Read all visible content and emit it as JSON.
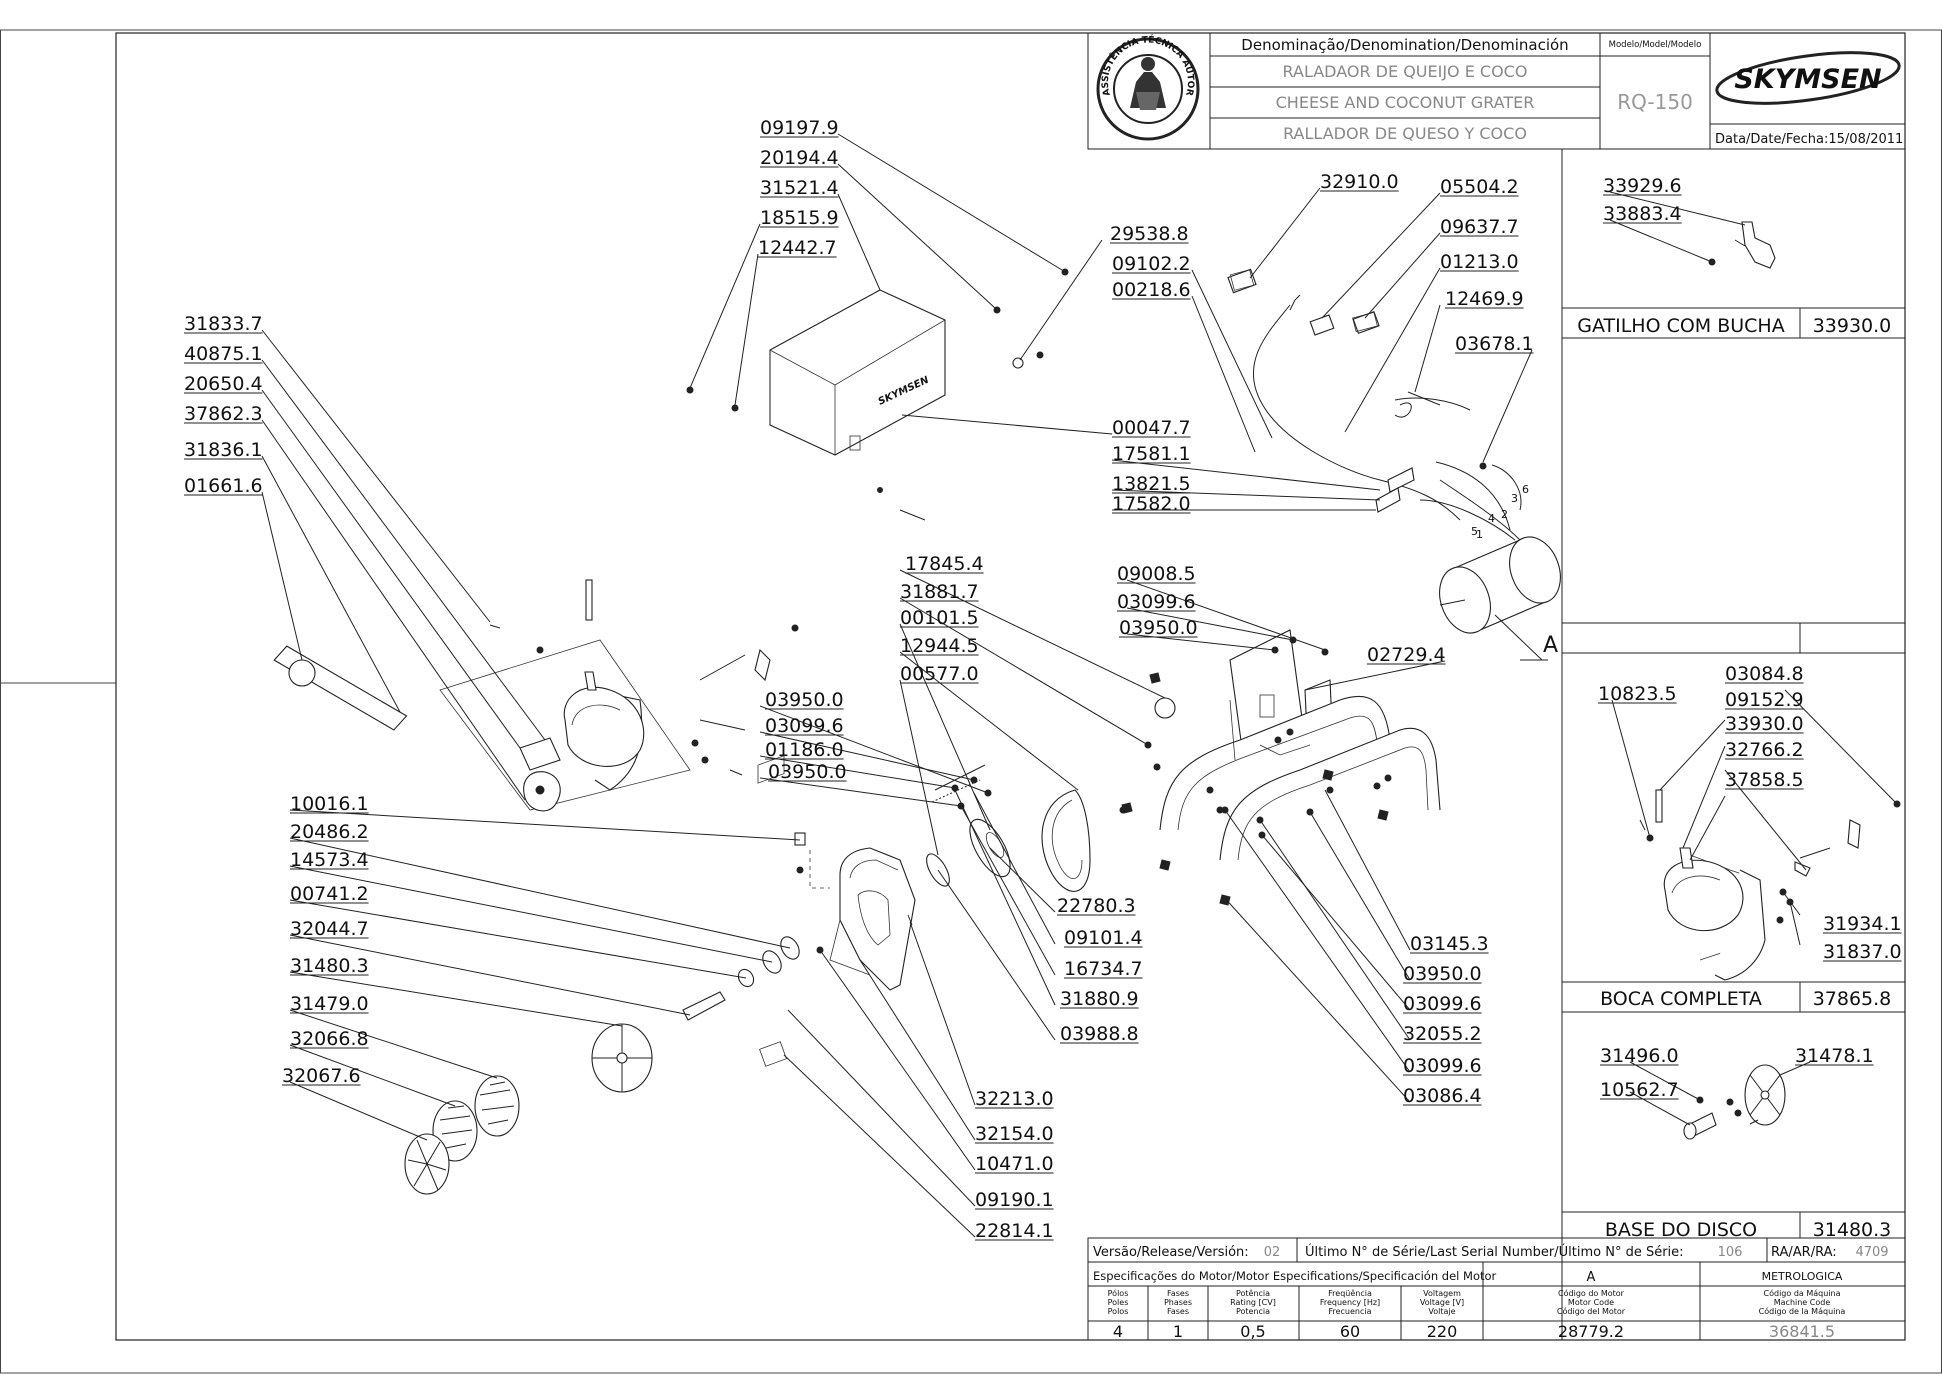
{
  "title_block": {
    "denomination_header": "Denominação/Denomination/Denominación",
    "model_header": "Modelo/Model/Modelo",
    "name_pt": "RALADAOR DE QUEIJO E COCO",
    "name_en": "CHEESE AND COCONUT GRATER",
    "name_es": "RALLADOR DE QUESO Y COCO",
    "model": "RQ-150",
    "brand": "SKYMSEN",
    "seal_text": "ASSISTÊNCIA TÉCNICA AUTORIZADA",
    "date_label": "Data/Date/Fecha:",
    "date": "15/08/2011"
  },
  "bottom_block": {
    "version_label": "Versão/Release/Versión:",
    "version": "02",
    "serial_label": "Último N° de Série/Last Serial Number/Último N° de Série:",
    "serial": "106",
    "ra_label": "RA/AR/RA:",
    "ra": "4709",
    "motor_spec_label": "Especificações do Motor/Motor Especifications/Specificación del Motor",
    "motor_letter": "A",
    "metrology": "METROLOGICA",
    "col_poles": "Pólos\nPoles\nPolos",
    "col_phases": "Fases\nPhases\nFases",
    "col_power": "Potência\nRating [CV]\nPotencia",
    "col_freq": "Freqüência\nFrequency [Hz]\nFrecuencia",
    "col_volt": "Voltagem\nVoltage [V]\nVoltaje",
    "col_motor_code": "Código do Motor\nMotor Code\nCódigo del Motor",
    "col_machine_code": "Código da Máquina\nMachine Code\nCódigo de la Máquina",
    "poles": "4",
    "phases": "1",
    "power": "0,5",
    "freq": "60",
    "volt": "220",
    "motor_code": "28779.2",
    "machine_code": "36841.5"
  },
  "panels": [
    {
      "label": "GATILHO COM BUCHA",
      "code": "33930.0"
    },
    {
      "label": "BOCA COMPLETA",
      "code": "37865.8"
    },
    {
      "label": "BASE DO DISCO",
      "code": "31480.3"
    }
  ],
  "motor_marker": "A",
  "wire_numbers": [
    "1",
    "2",
    "3",
    "4",
    "5",
    "6"
  ],
  "part_numbers": [
    {
      "id": "09197.9"
    },
    {
      "id": "20194.4"
    },
    {
      "id": "31521.4"
    },
    {
      "id": "18515.9"
    },
    {
      "id": "12442.7"
    },
    {
      "id": "29538.8"
    },
    {
      "id": "31833.7"
    },
    {
      "id": "40875.1"
    },
    {
      "id": "20650.4"
    },
    {
      "id": "37862.3"
    },
    {
      "id": "31836.1"
    },
    {
      "id": "01661.6"
    },
    {
      "id": "32910.0"
    },
    {
      "id": "05504.2"
    },
    {
      "id": "09637.7"
    },
    {
      "id": "09102.2"
    },
    {
      "id": "01213.0"
    },
    {
      "id": "00218.6"
    },
    {
      "id": "12469.9"
    },
    {
      "id": "03678.1"
    },
    {
      "id": "00047.7"
    },
    {
      "id": "17581.1"
    },
    {
      "id": "13821.5"
    },
    {
      "id": "17582.0"
    },
    {
      "id": "17845.4"
    },
    {
      "id": "31881.7"
    },
    {
      "id": "00101.5"
    },
    {
      "id": "12944.5"
    },
    {
      "id": "00577.0"
    },
    {
      "id": "09008.5"
    },
    {
      "id": "03099.6"
    },
    {
      "id": "03950.0"
    },
    {
      "id": "02729.4"
    },
    {
      "id": "03950.0"
    },
    {
      "id": "03099.6"
    },
    {
      "id": "01186.0"
    },
    {
      "id": "03950.0"
    },
    {
      "id": "10016.1"
    },
    {
      "id": "20486.2"
    },
    {
      "id": "14573.4"
    },
    {
      "id": "00741.2"
    },
    {
      "id": "32044.7"
    },
    {
      "id": "31480.3"
    },
    {
      "id": "31479.0"
    },
    {
      "id": "32066.8"
    },
    {
      "id": "32067.6"
    },
    {
      "id": "22780.3"
    },
    {
      "id": "09101.4"
    },
    {
      "id": "16734.7"
    },
    {
      "id": "31880.9"
    },
    {
      "id": "03988.8"
    },
    {
      "id": "03145.3"
    },
    {
      "id": "03950.0"
    },
    {
      "id": "03099.6"
    },
    {
      "id": "32055.2"
    },
    {
      "id": "03099.6"
    },
    {
      "id": "03086.4"
    },
    {
      "id": "32213.0"
    },
    {
      "id": "32154.0"
    },
    {
      "id": "10471.0"
    },
    {
      "id": "09190.1"
    },
    {
      "id": "22814.1"
    },
    {
      "id": "33929.6"
    },
    {
      "id": "33883.4"
    },
    {
      "id": "10823.5"
    },
    {
      "id": "03084.8"
    },
    {
      "id": "09152.9"
    },
    {
      "id": "33930.0"
    },
    {
      "id": "32766.2"
    },
    {
      "id": "37858.5"
    },
    {
      "id": "31934.1"
    },
    {
      "id": "31837.0"
    },
    {
      "id": "31496.0"
    },
    {
      "id": "31478.1"
    },
    {
      "id": "10562.7"
    }
  ]
}
